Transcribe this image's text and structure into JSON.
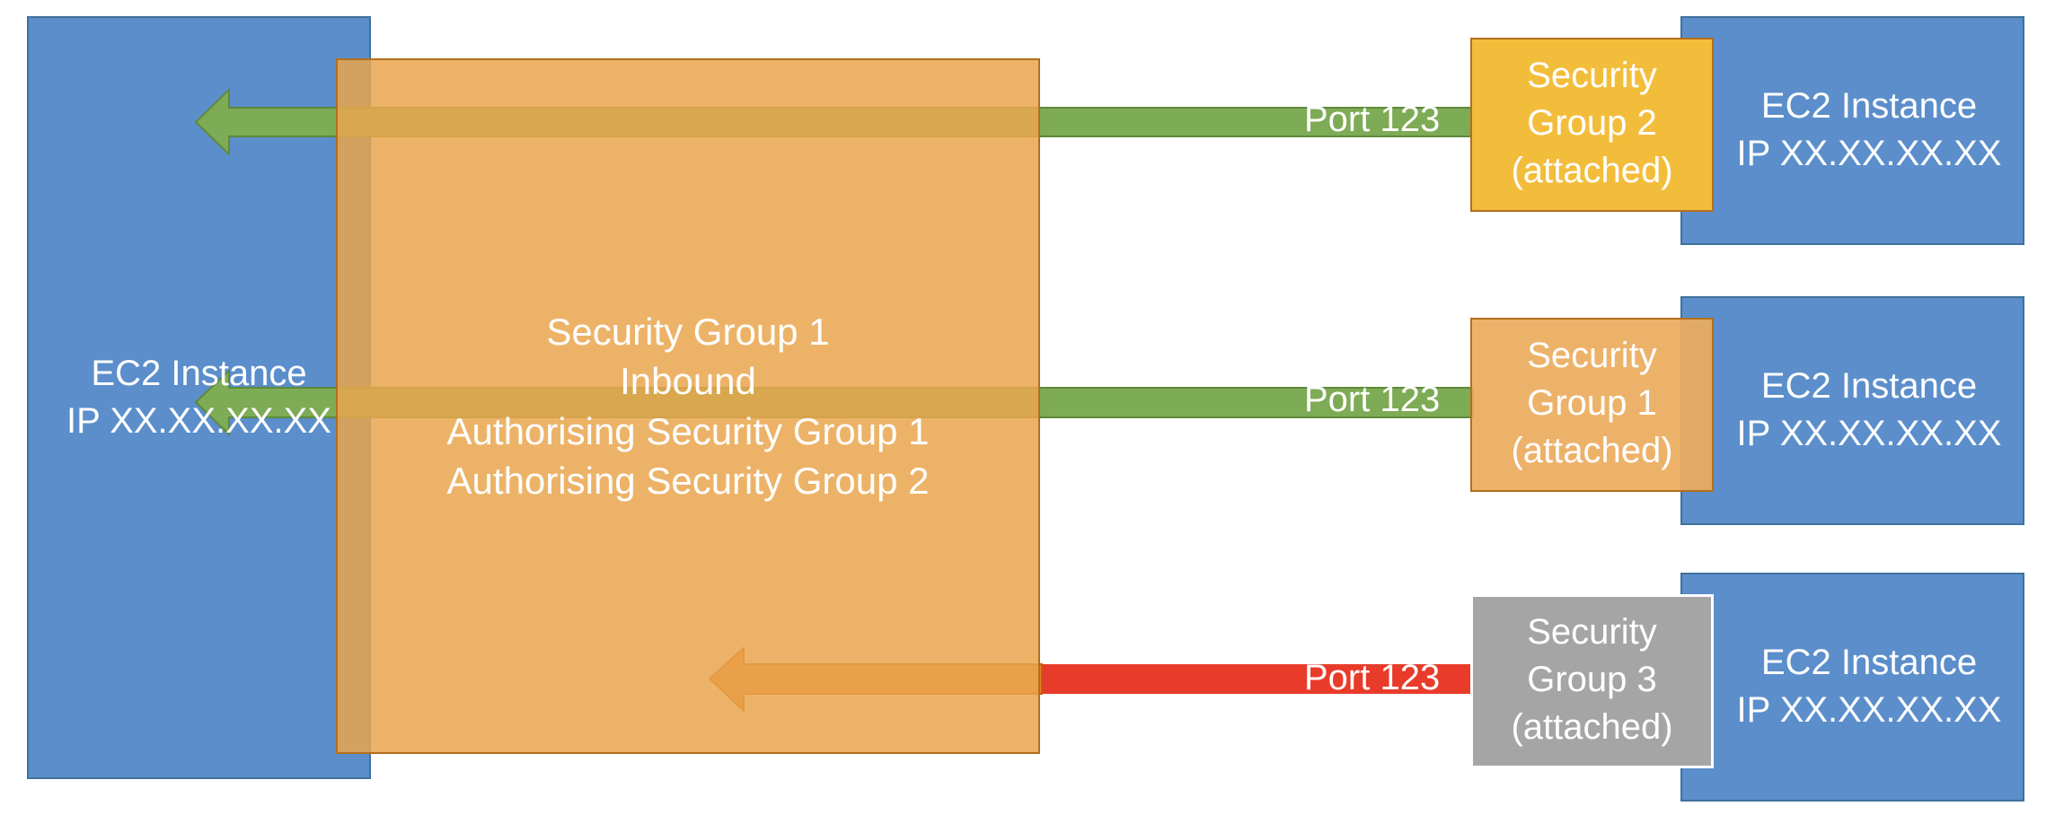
{
  "left_instance": {
    "name": "EC2 Instance",
    "ip": "IP XX.XX.XX.XX"
  },
  "security_group_1_panel": {
    "title": "Security Group 1",
    "direction": "Inbound",
    "rule_1": "Authorising Security Group 1",
    "rule_2": "Authorising Security Group 2"
  },
  "rows": [
    {
      "port_label": "Port 123",
      "group_line_1": "Security",
      "group_line_2": "Group 2",
      "group_line_3": "(attached)",
      "instance_name": "EC2 Instance",
      "instance_ip": "IP XX.XX.XX.XX",
      "group_color": "#F3BD3C",
      "arrow_color": "#7EAB55"
    },
    {
      "port_label": "Port 123",
      "group_line_1": "Security",
      "group_line_2": "Group 1",
      "group_line_3": "(attached)",
      "instance_name": "EC2 Instance",
      "instance_ip": "IP XX.XX.XX.XX",
      "group_color": "#EBAB5D",
      "arrow_color": "#7EAB55"
    },
    {
      "port_label": "Port 123",
      "group_line_1": "Security",
      "group_line_2": "Group 3",
      "group_line_3": "(attached)",
      "instance_name": "EC2 Instance",
      "instance_ip": "IP XX.XX.XX.XX",
      "group_color": "#A5A5A5",
      "arrow_color": "#E83B2A"
    }
  ],
  "colors": {
    "instance_blue": "#5B8ECB",
    "group_orange": "#E9A64E",
    "allowed_green": "#7EAB55",
    "denied_red": "#E83B2A",
    "blocked_orange": "#EC7E2F"
  }
}
